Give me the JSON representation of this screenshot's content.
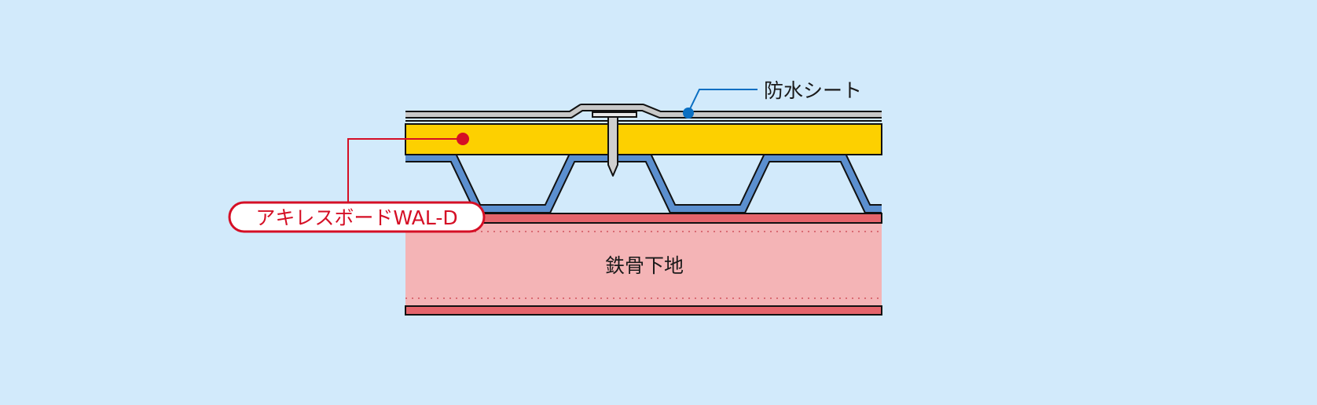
{
  "labels": {
    "waterproof_sheet": "防水シート",
    "board": "アキレスボードWAL-D",
    "steel_base": "鉄骨下地"
  },
  "colors": {
    "background": "#d2eafb",
    "sheet": "#c8c8c8",
    "board": "#fdd000",
    "deck": "#5b8fcf",
    "steel_band": "#e5646b",
    "steel_body": "#f4b4b6",
    "board_leader": "#d50f25",
    "sheet_leader": "#0a6fc2"
  }
}
